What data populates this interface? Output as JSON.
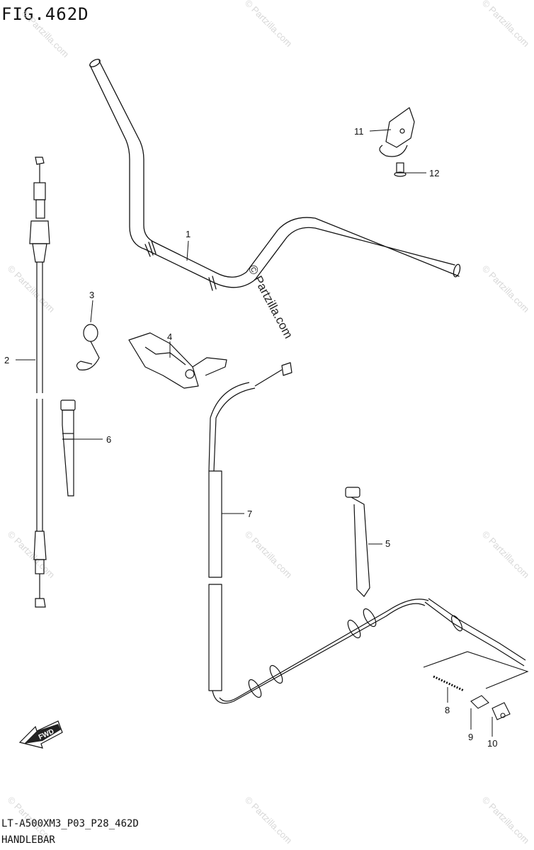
{
  "figure": {
    "title": "FIG.462D",
    "code": "LT-A500XM3_P03_P28_462D",
    "name": "HANDLEBAR"
  },
  "watermark": {
    "text": "© Partzilla.com",
    "center_text": "© Partzilla.com"
  },
  "fwd_label": "FWD",
  "callouts": [
    {
      "id": "1",
      "label": "1",
      "part": "handlebar"
    },
    {
      "id": "2",
      "label": "2",
      "part": "throttle cable"
    },
    {
      "id": "3",
      "label": "3",
      "part": "spring clip"
    },
    {
      "id": "4",
      "label": "4",
      "part": "cable bracket"
    },
    {
      "id": "5",
      "label": "5",
      "part": "tie strap"
    },
    {
      "id": "6",
      "label": "6",
      "part": "band"
    },
    {
      "id": "7",
      "label": "7",
      "part": "brake cable"
    },
    {
      "id": "8",
      "label": "8",
      "part": "spring"
    },
    {
      "id": "9",
      "label": "9",
      "part": "joint"
    },
    {
      "id": "10",
      "label": "10",
      "part": "adjuster"
    },
    {
      "id": "11",
      "label": "11",
      "part": "guide"
    },
    {
      "id": "12",
      "label": "12",
      "part": "bolt"
    }
  ]
}
